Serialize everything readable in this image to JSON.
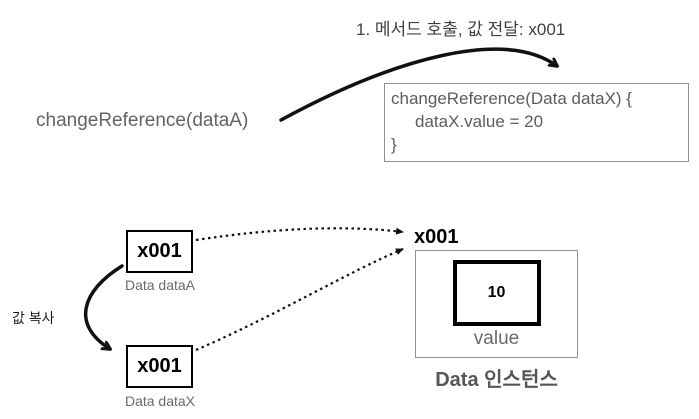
{
  "step_label": "1. 메서드 호출, 값 전달: x001",
  "caller": {
    "call_text": "changeReference(dataA)"
  },
  "method_box": {
    "lines": [
      "changeReference(Data dataX) {",
      "dataX.value = 20",
      "}"
    ]
  },
  "copy_arrow_label": "값 복사",
  "reference_boxes": [
    {
      "value": "x001",
      "caption": "Data dataA"
    },
    {
      "value": "x001",
      "caption": "Data dataX"
    }
  ],
  "instance_box": {
    "reference_label": "x001",
    "field_value": "10",
    "field_name": "value",
    "caption": "Data 인스턴스"
  },
  "colors": {
    "arrow_black": "#111111",
    "text_dark": "#3f3f3f",
    "text_gray": "#5c5c5c",
    "label_gray": "#6b6b6b",
    "border_light": "#909090",
    "border_black": "#000000",
    "background": "#ffffff"
  }
}
